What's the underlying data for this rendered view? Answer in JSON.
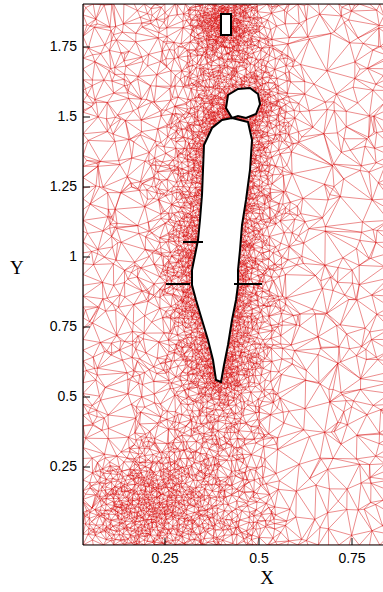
{
  "diagram": {
    "labels": [
      "1.75",
      "1.5",
      "1.25",
      "1",
      "0.75",
      "0.5",
      "0.25",
      "0.25",
      "0.5",
      "0.75",
      "X",
      "Y"
    ]
  }
}
